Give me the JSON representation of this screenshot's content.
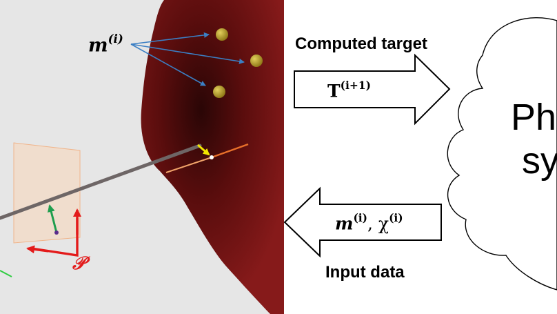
{
  "scene": {
    "marker_label": {
      "base": "m",
      "sup": "(i)"
    },
    "plane_label": "𝒫"
  },
  "arrows": {
    "top": {
      "caption": "Computed target",
      "math_base": "T",
      "math_sup": "(i+1)"
    },
    "bottom": {
      "caption": "Input data",
      "math_base1": "m",
      "math_sup1": "(i)",
      "math_sep": ", ",
      "math_base2": "χ",
      "math_sup2": "(i)"
    }
  },
  "cloud": {
    "line1": "Phy",
    "line2": "sy"
  },
  "colors": {
    "background_left": "#e6e6e6",
    "organ": "#7a1212",
    "marker": "#b39b24",
    "marker_arrows": "#3b7fc4",
    "plane_axes": "#e31b1b",
    "normal_arrow": "#1f9e4e",
    "tip_arrow": "#f2e600"
  }
}
